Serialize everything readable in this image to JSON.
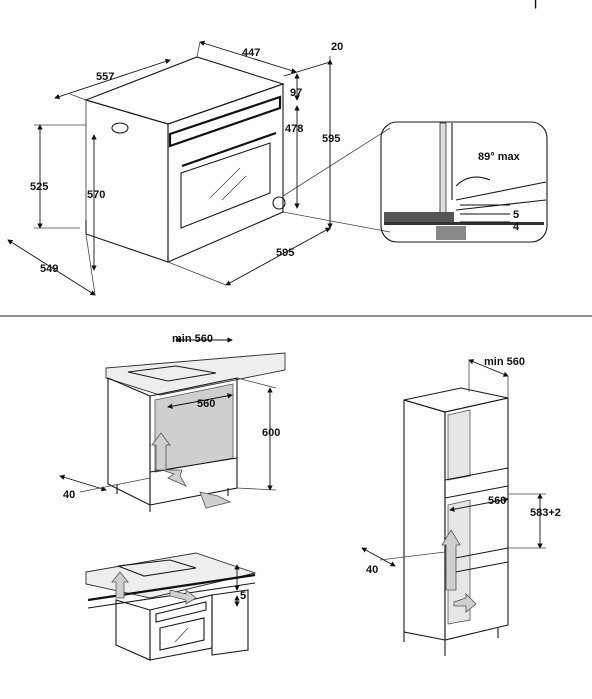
{
  "top": {
    "corner_mark": "|",
    "oven_dims": {
      "depth_total": "557",
      "width_top": "447",
      "front_gap": "20",
      "top_offset": "97",
      "inner_height": "478",
      "outer_height": "595",
      "left_height": "525",
      "inner_depth": "570",
      "bottom_width": "595",
      "bottom_depth": "549"
    },
    "detail": {
      "angle": "89° max",
      "gap_a": "5",
      "gap_b": "4"
    }
  },
  "middle": {
    "min_width": "min 560",
    "inner_width": "560",
    "height": "600",
    "depth": "40"
  },
  "right": {
    "min_width": "min 560",
    "inner_width": "560",
    "height": "583+2",
    "depth": "40"
  },
  "bottom": {
    "gap": "5"
  }
}
